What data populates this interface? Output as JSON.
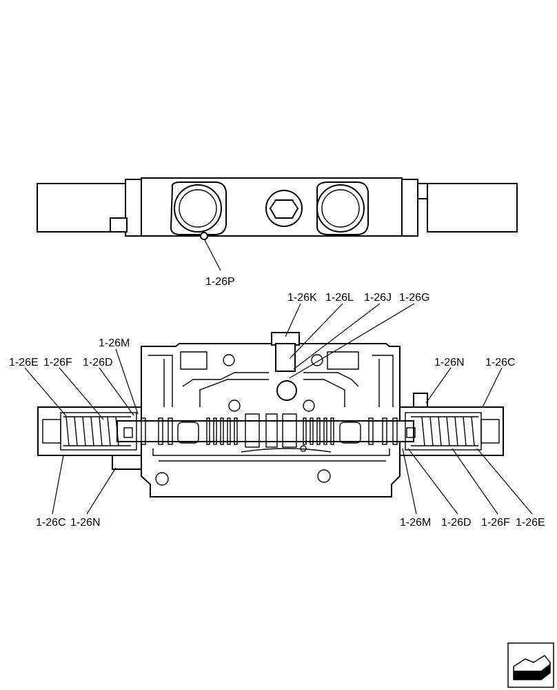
{
  "top_view": {
    "labels": {
      "p": "1-26P"
    }
  },
  "section_view": {
    "labels": {
      "k": "1-26K",
      "l": "1-26L",
      "j": "1-26J",
      "g": "1-26G",
      "m_top": "1-26M",
      "e_left": "1-26E",
      "f_left": "1-26F",
      "d_left": "1-26D",
      "n_right": "1-26N",
      "c_right": "1-26C",
      "c_left": "1-26C",
      "n_left": "1-26N",
      "m_bottom": "1-26M",
      "d_right": "1-26D",
      "f_right": "1-26F",
      "e_right": "1-26E"
    }
  },
  "nav_icon": {
    "name": "next-page-arrow-icon"
  }
}
